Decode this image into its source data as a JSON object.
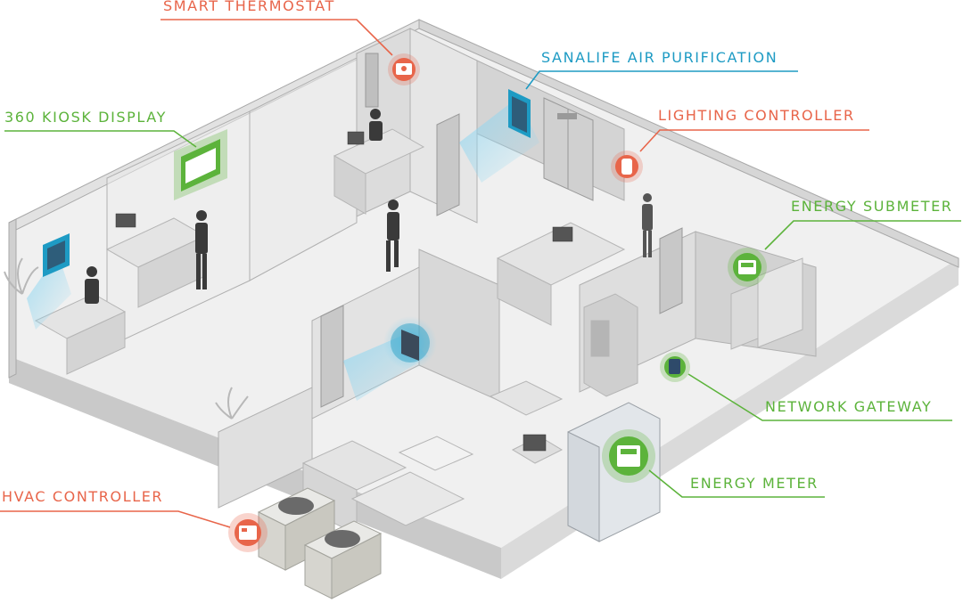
{
  "callouts": {
    "smart_thermostat": "SMART THERMOSTAT",
    "air_purification": "SANALIFE AIR PURIFICATION",
    "kiosk_display": "360 KIOSK DISPLAY",
    "lighting_controller": "LIGHTING CONTROLLER",
    "energy_submeter": "ENERGY SUBMETER",
    "network_gateway": "NETWORK GATEWAY",
    "energy_meter": "ENERGY METER",
    "hvac_controller": "HVAC CONTROLLER"
  },
  "colors": {
    "orange": "#e8654a",
    "blue": "#1e9bc4",
    "green": "#5cb33b",
    "floor": "#eeeeee",
    "wall": "#d9d9d9",
    "wall_dark": "#bdbdbd",
    "outline": "#a8a8a8"
  },
  "icons": {
    "thermostat": "thermostat-icon",
    "purifier": "air-purifier-icon",
    "kiosk": "kiosk-display-icon",
    "lighting": "lighting-controller-icon",
    "submeter": "energy-submeter-icon",
    "gateway": "network-gateway-icon",
    "meter": "energy-meter-icon",
    "hvac": "hvac-controller-icon"
  }
}
